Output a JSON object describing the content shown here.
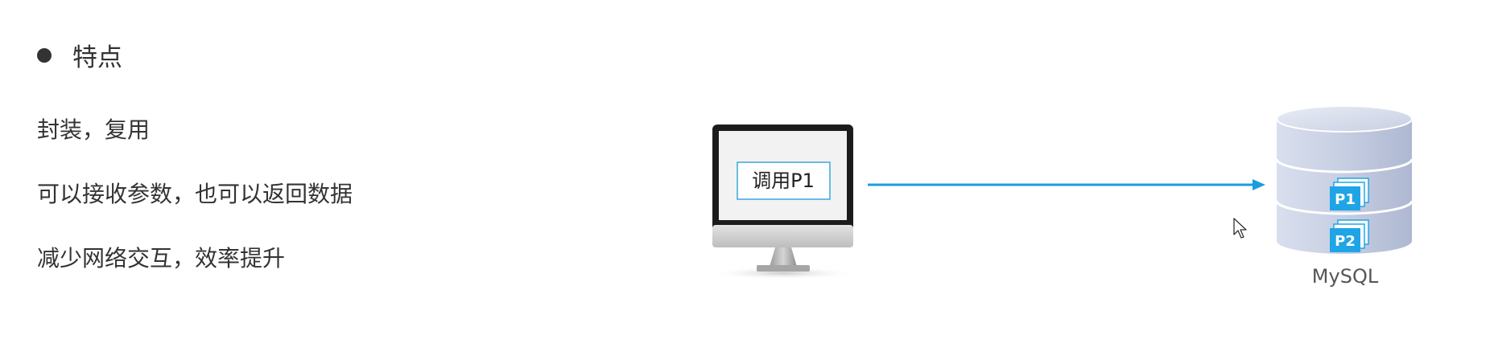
{
  "features": {
    "heading": "特点",
    "points": [
      "封装，复用",
      "可以接收参数，也可以返回数据",
      "减少网络交互，效率提升"
    ]
  },
  "diagram": {
    "client_label": "调用P1",
    "database_label": "MySQL",
    "procedures": [
      "P1",
      "P2"
    ]
  },
  "colors": {
    "arrow": "#1a9de0",
    "procedure_card": "#1fa5e6",
    "database_body": "#c9d1e3",
    "text": "#333333"
  }
}
